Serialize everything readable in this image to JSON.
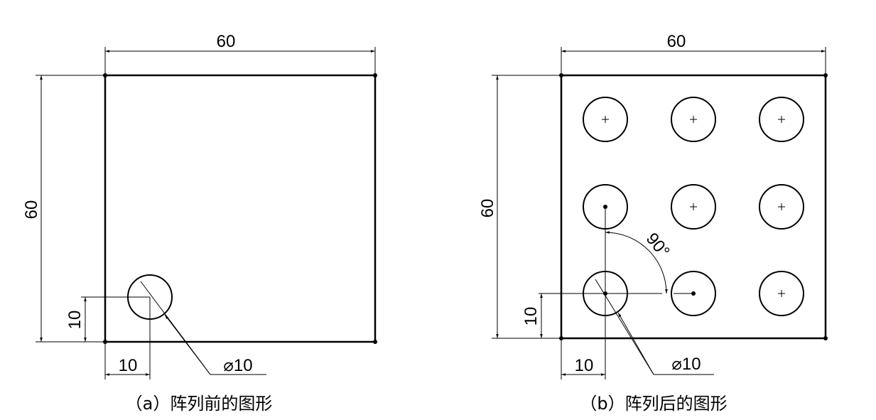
{
  "panel_a": {
    "caption": "（a）阵列前的图形",
    "width_dim": "60",
    "height_dim": "60",
    "hole_y_offset": "10",
    "hole_x_offset": "10",
    "hole_diameter": "⌀10"
  },
  "panel_b": {
    "caption": "（b）阵列后的图形",
    "width_dim": "60",
    "height_dim": "60",
    "hole_y_offset": "10",
    "hole_x_offset": "10",
    "hole_diameter": "⌀10",
    "pattern_angle": "90°",
    "pattern_rows": 3,
    "pattern_cols": 3
  }
}
